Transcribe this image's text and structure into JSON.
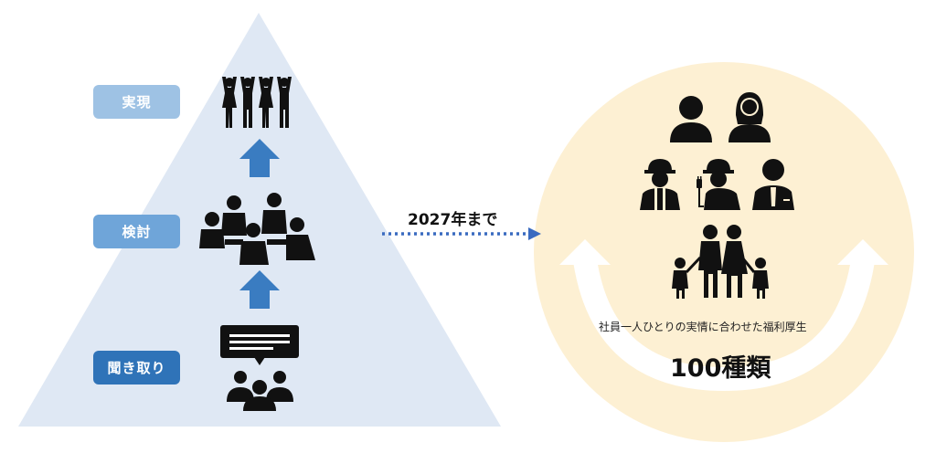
{
  "colors": {
    "triangle_fill": "#dfe8f4",
    "arrow_blue": "#3a7cc1",
    "circle_fill": "#fdf0d3",
    "dotted_line": "#3a6bc0",
    "icon_black": "#111111"
  },
  "stages": [
    {
      "label": "実現",
      "color": "#9ec2e4",
      "icon": "celebrating-group-icon"
    },
    {
      "label": "検討",
      "color": "#6fa5d9",
      "icon": "meeting-discussion-icon"
    },
    {
      "label": "聞き取り",
      "color": "#2f73b8",
      "icon": "audience-listening-icon"
    }
  ],
  "transition": {
    "label": "2027年まで"
  },
  "result": {
    "icons": [
      "man-icon",
      "woman-icon",
      "construction-worker-icon",
      "electrician-icon",
      "businessman-icon",
      "family-icon"
    ],
    "caption": "社員一人ひとりの実情に合わせた福利厚生",
    "headline": "100種類"
  }
}
